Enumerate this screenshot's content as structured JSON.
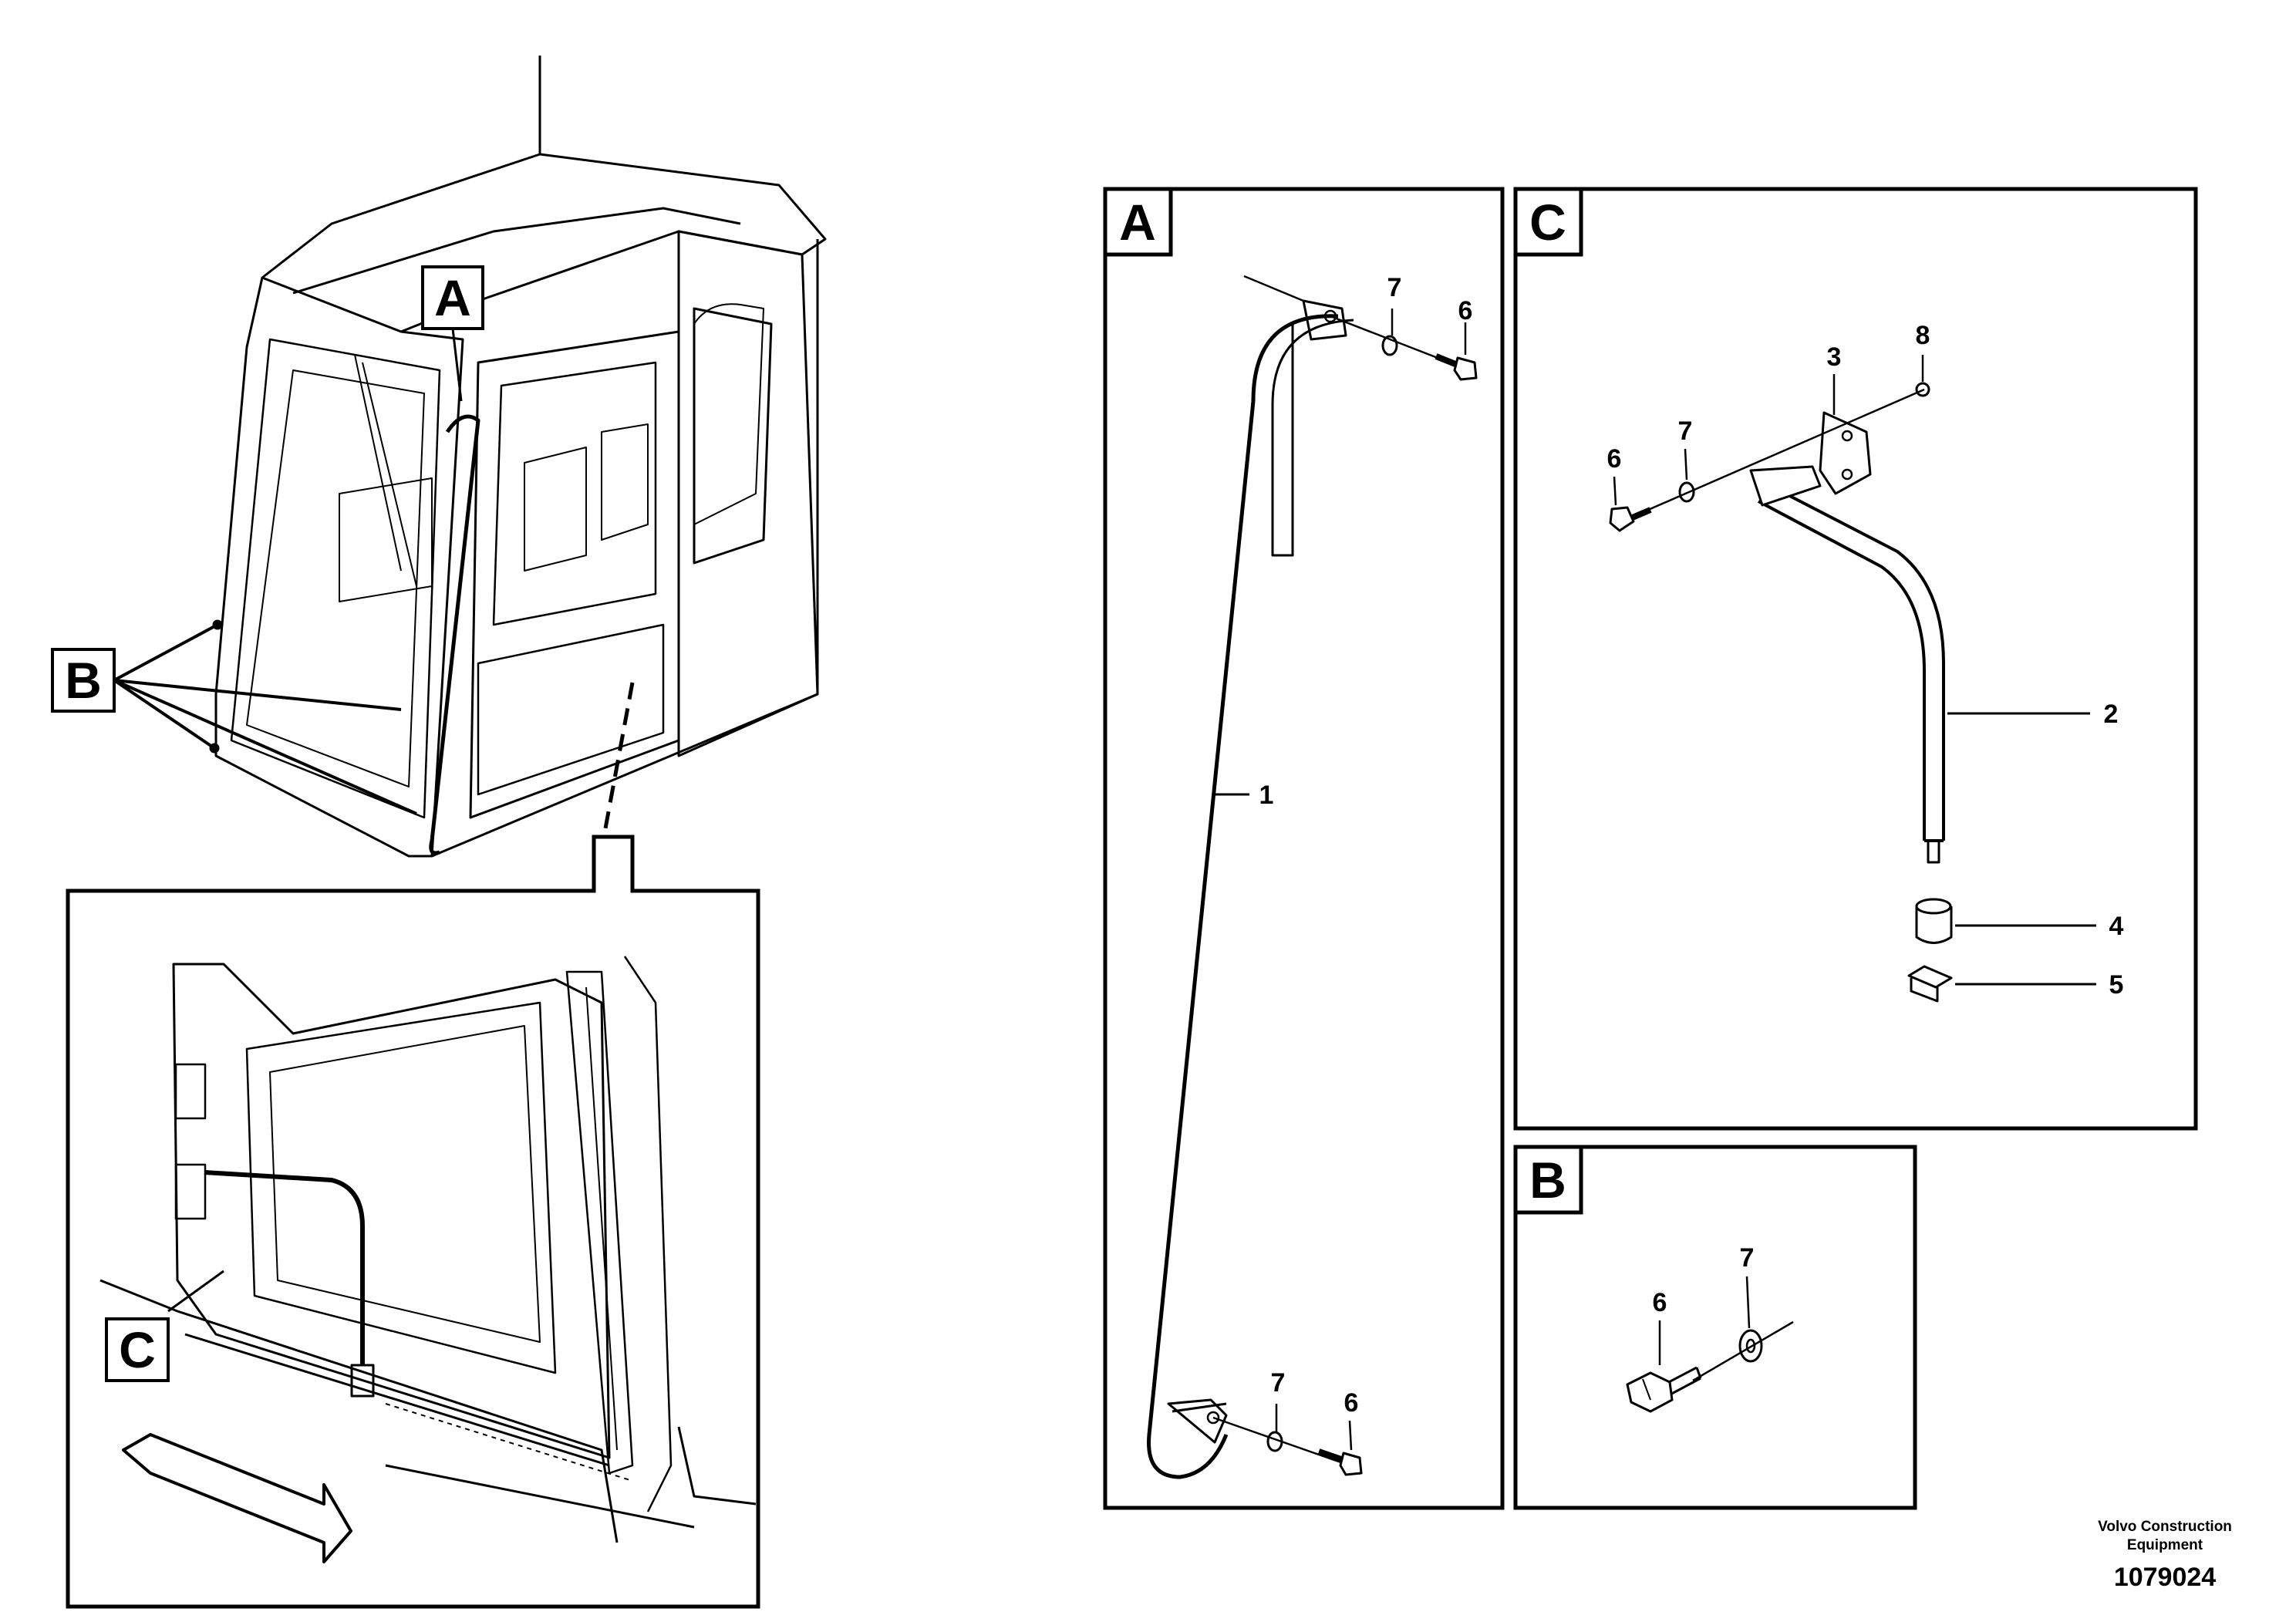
{
  "callouts": {
    "a": "A",
    "b": "B",
    "c": "C"
  },
  "part_numbers": {
    "p1": "1",
    "p2": "2",
    "p3": "3",
    "p4": "4",
    "p5": "5",
    "p6": "6",
    "p7": "7",
    "p8": "8"
  },
  "footer": {
    "company": "Volvo Construction Equipment",
    "document_number": "1079024"
  }
}
